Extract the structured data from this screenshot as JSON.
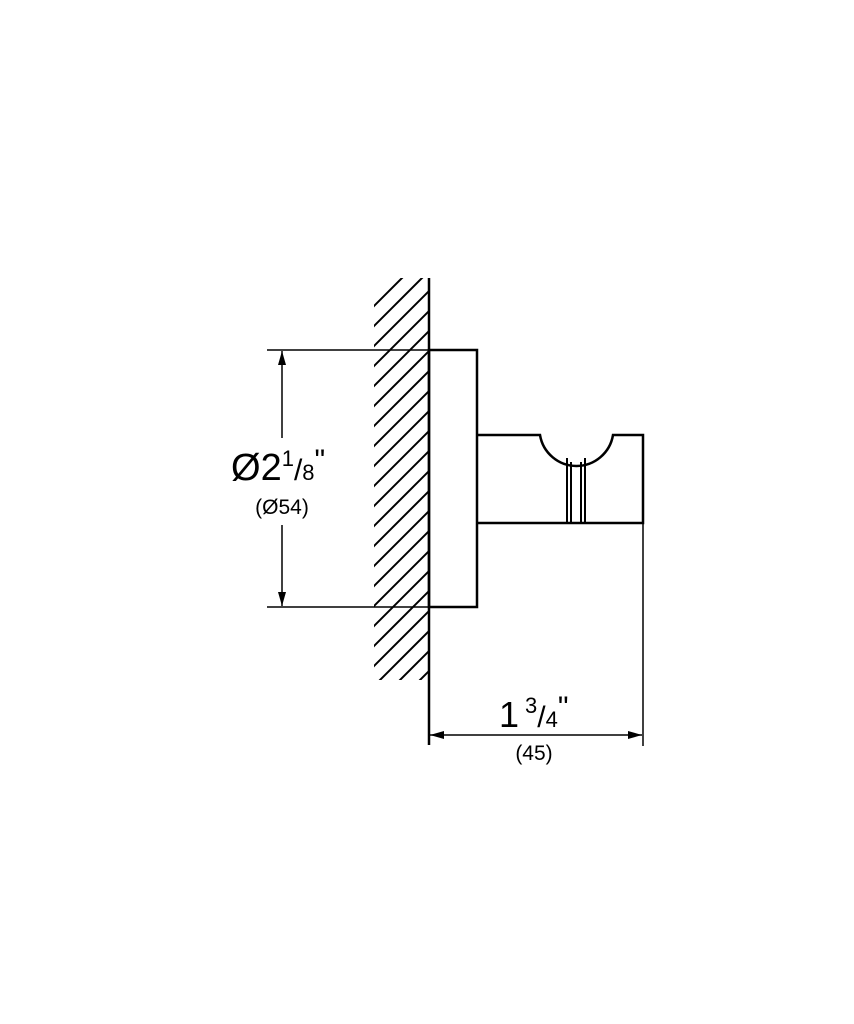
{
  "drawing": {
    "subject": "wall-mounted robe hook, side view",
    "colors": {
      "line": "#000000",
      "background": "#ffffff"
    }
  },
  "dimensions": {
    "diameter": {
      "symbol": "Ø",
      "whole": "2",
      "numerator": "1",
      "slash": "/",
      "denominator": "8",
      "unit": "\"",
      "metric": "(Ø54)"
    },
    "projection": {
      "whole": "1",
      "numerator": "3",
      "slash": "/",
      "denominator": "4",
      "unit": "\"",
      "metric": "(45)"
    }
  }
}
